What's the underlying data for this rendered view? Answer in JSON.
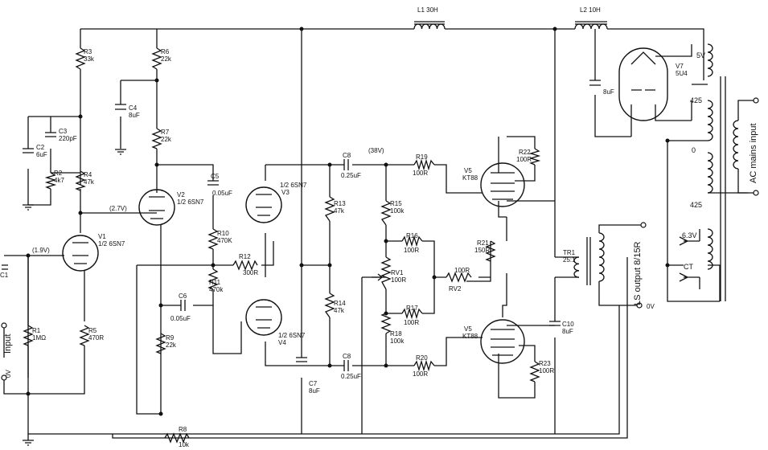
{
  "components": {
    "R1": {
      "ref": "R1",
      "value": "1MΩ"
    },
    "R2": {
      "ref": "R2",
      "value": "4k7"
    },
    "R3": {
      "ref": "R3",
      "value": "33k"
    },
    "R4": {
      "ref": "R4",
      "value": "47k"
    },
    "R5": {
      "ref": "R5",
      "value": "470R"
    },
    "R6": {
      "ref": "R6",
      "value": "22k"
    },
    "R7": {
      "ref": "R7",
      "value": "22k"
    },
    "R8": {
      "ref": "R8",
      "value": "10k"
    },
    "R9": {
      "ref": "R9",
      "value": "22k"
    },
    "R10": {
      "ref": "R10",
      "value": "470K"
    },
    "R11": {
      "ref": "R11",
      "value": "470k"
    },
    "R12": {
      "ref": "R12",
      "value": "300R"
    },
    "R13": {
      "ref": "R13",
      "value": "47k"
    },
    "R14": {
      "ref": "R14",
      "value": "47k"
    },
    "R15": {
      "ref": "R15",
      "value": "100k"
    },
    "R16": {
      "ref": "R16",
      "value": "100R"
    },
    "R17": {
      "ref": "R17",
      "value": "100R"
    },
    "R18": {
      "ref": "R18",
      "value": "100k"
    },
    "R19": {
      "ref": "R19",
      "value": "100R"
    },
    "R20": {
      "ref": "R20",
      "value": "100R"
    },
    "R21": {
      "ref": "R21",
      "value": "150R"
    },
    "R22": {
      "ref": "R22",
      "value": "100R"
    },
    "R23": {
      "ref": "R23",
      "value": "100R"
    },
    "RV1": {
      "ref": "RV1",
      "value": "100R"
    },
    "RV2": {
      "ref": "RV2",
      "value": "100R"
    },
    "C1": {
      "ref": "C1",
      "value": ""
    },
    "C2": {
      "ref": "C2",
      "value": "6uF"
    },
    "C3": {
      "ref": "C3",
      "value": "220pF"
    },
    "C4": {
      "ref": "C4",
      "value": "8uF"
    },
    "C5": {
      "ref": "C5",
      "value": "0.05uF"
    },
    "C6": {
      "ref": "C6",
      "value": "0.05uF"
    },
    "C7": {
      "ref": "C7",
      "value": "8uF"
    },
    "C8a": {
      "ref": "C8",
      "value": "0.25uF"
    },
    "C8b": {
      "ref": "C8",
      "value": "0.25uF"
    },
    "C10": {
      "ref": "C10",
      "value": "8uF"
    },
    "C11": {
      "ref": "",
      "value": "8uF"
    },
    "L1": {
      "label": "L1  30H"
    },
    "L2": {
      "label": "L2  10H"
    },
    "TR1": {
      "ref": "TR1",
      "value": "25:1"
    }
  },
  "tubes": {
    "V1": {
      "ref": "V1",
      "type": "1/2 6SN7"
    },
    "V2": {
      "ref": "V2",
      "type": "1/2 6SN7"
    },
    "V3": {
      "ref": "V3",
      "type": "1/2 6SN7"
    },
    "V4": {
      "ref": "V4",
      "type": "1/2 6SN7"
    },
    "V5a": {
      "ref": "V5",
      "type": "KT88"
    },
    "V5b": {
      "ref": "V5",
      "type": "KT88"
    },
    "V7": {
      "ref": "V7",
      "type": "5U4"
    }
  },
  "voltages": {
    "v1": "(1.9V)",
    "v2": "(2.7V)",
    "v3": "(38V)"
  },
  "labels": {
    "input": "Input",
    "zero_v_in": "0V",
    "ls_output": "LS output 8/15R",
    "zero_v_out": "0V",
    "mains": "AC mains input",
    "ht": "425",
    "zero": "0",
    "ht2": "425",
    "five_v": "5V",
    "heater": "6.3V",
    "ct": "CT"
  },
  "colors": {
    "ink": "#111111",
    "paper": "#ffffff"
  }
}
